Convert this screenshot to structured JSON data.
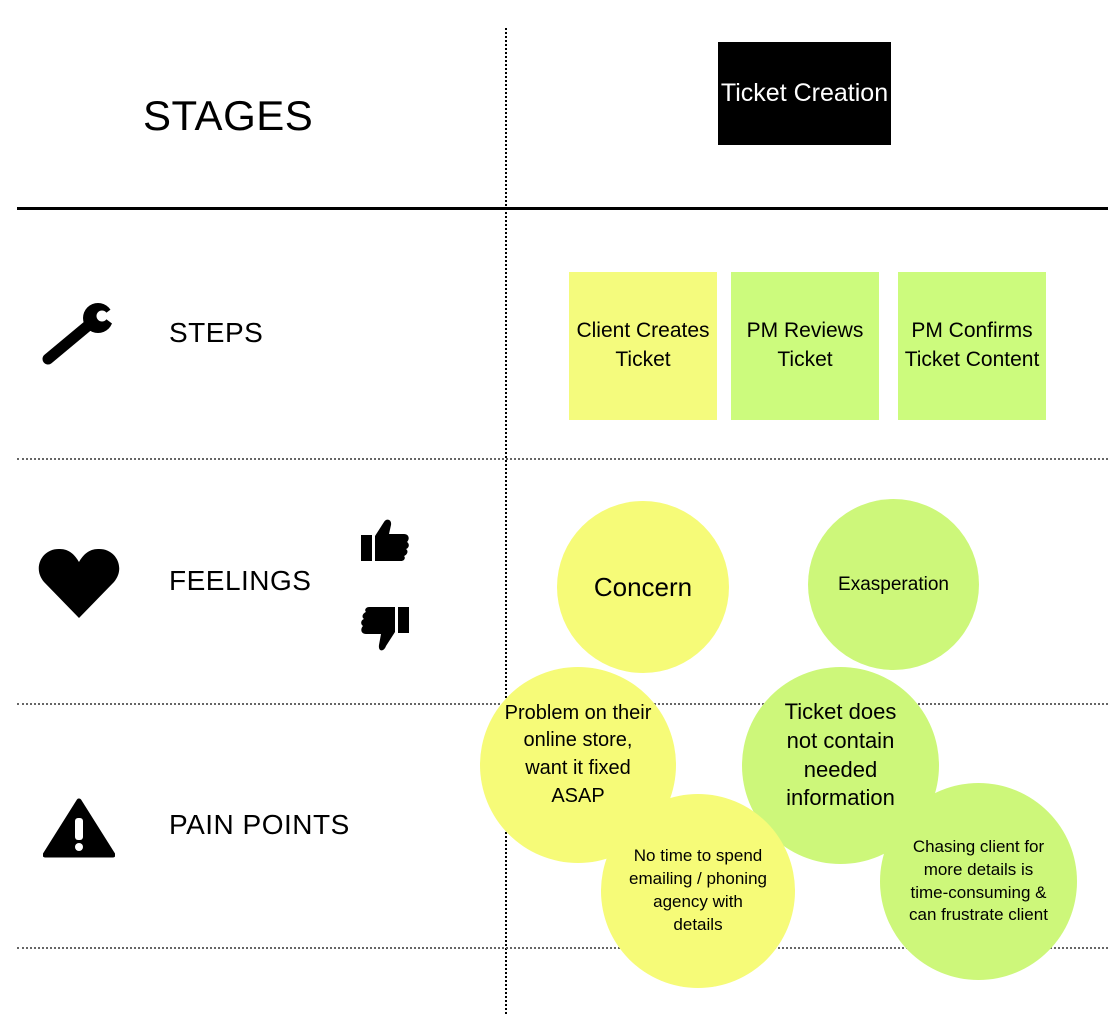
{
  "stages_title": "STAGES",
  "stage": {
    "label": "Ticket Creation"
  },
  "rows": {
    "steps": {
      "label": "STEPS",
      "icon": "wrench-icon"
    },
    "feelings": {
      "label": "FEELINGS",
      "icon": "heart-icon",
      "up_icon": "thumbs-up-icon",
      "down_icon": "thumbs-down-icon"
    },
    "pain_points": {
      "label": "PAIN POINTS",
      "icon": "warning-icon"
    }
  },
  "steps": [
    {
      "label": "Client Creates Ticket",
      "color": "#f4fb7d"
    },
    {
      "label": "PM Reviews Ticket",
      "color": "#ccfb7d"
    },
    {
      "label": "PM Confirms Ticket Content",
      "color": "#ccfb7d"
    }
  ],
  "feelings": [
    {
      "label": "Concern",
      "color": "#f6fb78"
    },
    {
      "label": "Exasperation",
      "color": "#cdf77a"
    }
  ],
  "pain_points": [
    {
      "label": "Problem on their online store, want it fixed ASAP",
      "color": "#f6fb78"
    },
    {
      "label": "No time to spend emailing / phoning agency with details",
      "color": "#f6fb78"
    },
    {
      "label": "Ticket does not contain needed information",
      "color": "#cdf77a"
    },
    {
      "label": "Chasing client for more details is time-consuming & can frustrate client",
      "color": "#cdf77a"
    }
  ],
  "colors": {
    "yellow": "#f6fb78",
    "green": "#cdf77a",
    "stage_box": "#000000"
  }
}
